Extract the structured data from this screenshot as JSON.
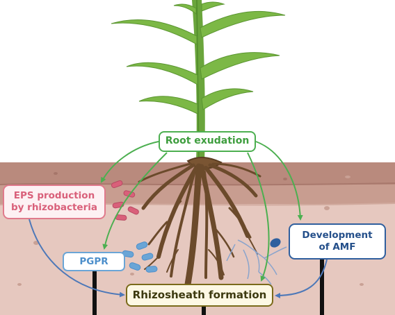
{
  "diagram": {
    "nodes": {
      "root_exudation": "Root exudation",
      "eps_line1": "EPS production",
      "eps_line2": "by rhizobacteria",
      "pgpr": "PGPR",
      "amf_line1": "Development",
      "amf_line2": "of AMF",
      "rhizosheath": "Rhizosheath formation"
    },
    "edges": [
      {
        "from": "root_exudation",
        "to": "eps"
      },
      {
        "from": "root_exudation",
        "to": "pgpr"
      },
      {
        "from": "root_exudation",
        "to": "amf"
      },
      {
        "from": "root_exudation",
        "to": "rhizosheath"
      },
      {
        "from": "eps",
        "to": "rhizosheath"
      },
      {
        "from": "amf",
        "to": "rhizosheath"
      }
    ],
    "colors": {
      "sky": "#ffffff",
      "soil_top": "#b98a7d",
      "soil_mid": "#c89d90",
      "soil_bottom": "#e6c8bf",
      "plant_green": "#6aa53c",
      "root_brown": "#6b4a2b",
      "exudation_green": "#4caf50",
      "eps_pink": "#e07a8c",
      "pgpr_blue": "#6aa5d6",
      "amf_navy": "#2f5f9e",
      "rhizo_olive": "#7a6a1a"
    }
  }
}
